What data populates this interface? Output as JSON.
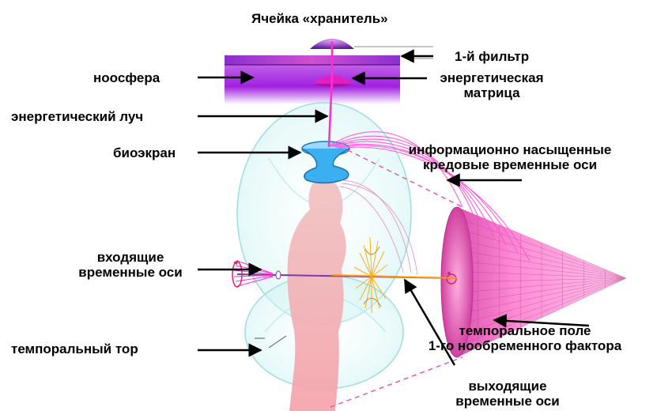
{
  "labels": {
    "keeper_cell": "Ячейка «хранитель»",
    "filter_1": "1-й фильтр",
    "noosphere": "ноосфера",
    "energy_matrix_1": "энергетическая",
    "energy_matrix_2": "матрица",
    "energy_beam": "энергетический луч",
    "bioscreen": "биоэкран",
    "info_axes_1": "информационно насыщенные",
    "info_axes_2": "кредовые временные оси",
    "incoming_axes_1": "входящие",
    "incoming_axes_2": "временные оси",
    "temporal_field_1": "темпоральное поле",
    "temporal_field_2": "1-го нообременного фактора",
    "temporal_torus": "темпоральный тор",
    "outgoing_axes_1": "выходящие",
    "outgoing_axes_2": "временные оси"
  },
  "colors": {
    "beam": "#ff2fd0",
    "noosphere_top": "#a020e0",
    "noosphere_bottom": "#ffffff",
    "cone": "#ff66cc",
    "bioscreen": "#3ab0f0",
    "body": "#f2a0a0",
    "torus": "#9fdde0",
    "burst": "#ffb000"
  },
  "icons": {
    "arrow": "arrow-icon"
  }
}
